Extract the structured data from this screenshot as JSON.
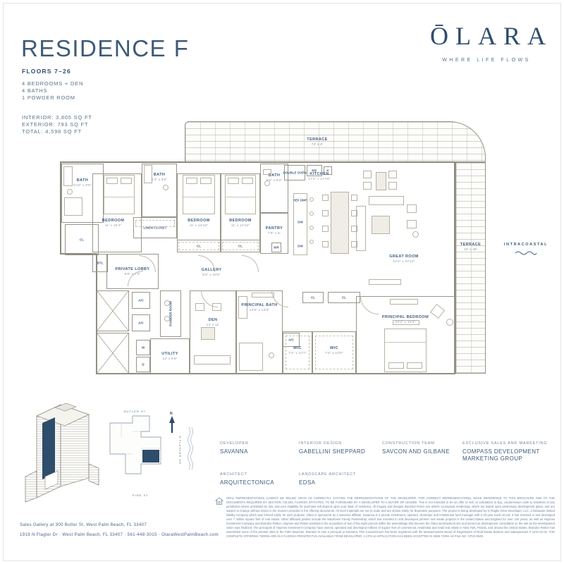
{
  "header": {
    "title": "RESIDENCE F",
    "floors": "FLOORS 7–26",
    "features": [
      "4 BEDROOMS + DEN",
      "4 BATHS",
      "1 POWDER ROOM"
    ],
    "areas": [
      "INTERIOR: 3,805 SQ FT",
      "EXTERIOR: 793 SQ FT",
      "TOTAL: 4,598 SQ FT"
    ]
  },
  "brand": {
    "logo": "ŌLARA",
    "tagline": "WHERE LIFE FLOWS"
  },
  "plan": {
    "intracoastal": "INTRACOASTAL",
    "rooms": {
      "terrace_top": {
        "name": "TERRACE",
        "dims": "73' x 6'"
      },
      "terrace_right": {
        "name": "TERRACE",
        "dims": "10' x 39'"
      },
      "bath1": {
        "name": "BATH",
        "dims": "5'10\" x 9'8\""
      },
      "cl1": {
        "name": "CL"
      },
      "bedroom1": {
        "name": "BEDROOM",
        "dims": "11' x 15'4\""
      },
      "bath2": {
        "name": "BATH",
        "dims": "6'3\" x 9'6\""
      },
      "linen": {
        "name": "LINEN CLOSET"
      },
      "bedroom2": {
        "name": "BEDROOM",
        "dims": "11' x 14'10\""
      },
      "bedroom3": {
        "name": "BEDROOM",
        "dims": "11' x 14'10\""
      },
      "cl2": {
        "name": "CL"
      },
      "cl3": {
        "name": "CL"
      },
      "bath3": {
        "name": "BATH",
        "dims": "5'9\" x 9'3\""
      },
      "pantry": {
        "name": "PANTRY",
        "dims": "7'6\" x 6'"
      },
      "wr": {
        "name": "WR"
      },
      "double_oven": {
        "name": "DOUBLE OVEN"
      },
      "rf": {
        "name": "R/F"
      },
      "p": {
        "name": "P"
      },
      "kitchen": {
        "name": "KITCHEN",
        "dims": "17'2\" x 14'10\""
      },
      "refdwr": {
        "name": "REF DWR"
      },
      "dw1": {
        "name": "DW"
      },
      "dw2": {
        "name": "DW"
      },
      "great_room": {
        "name": "GREAT ROOM",
        "dims": "23'4\" x 33'10\""
      },
      "gallery": {
        "name": "GALLERY",
        "dims": "5'6\" x 40'6\""
      },
      "private_lobby": {
        "name": "PRIVATE LOBBY",
        "dims": "9'8\" x 7'4\""
      },
      "btl": {
        "name": "BTL"
      },
      "ac1": {
        "name": "A/C"
      },
      "ac2": {
        "name": "A/C"
      },
      "ac3": {
        "name": "A/C"
      },
      "w": {
        "name": "W"
      },
      "d": {
        "name": "D"
      },
      "powder": {
        "name": "POWDER ROOM"
      },
      "utility": {
        "name": "UTILITY",
        "dims": "13' x 5'6\""
      },
      "den": {
        "name": "DEN",
        "dims": "14' x 11'"
      },
      "principal_bath": {
        "name": "PRINCIPAL BATH",
        "dims": "13'5\" x 13'5\""
      },
      "cl4": {
        "name": "CL"
      },
      "cl5": {
        "name": "CL"
      },
      "wic1": {
        "name": "WIC",
        "dims": "7'2\" x 10'7\""
      },
      "wic2": {
        "name": "WIC",
        "dims": "7'2\" x 10'9\""
      },
      "principal_bedroom": {
        "name": "PRINCIPAL BEDROOM",
        "dims": "24'2\" x 14'3\""
      }
    }
  },
  "keyplan": {
    "butler": "BUTLER ST",
    "pine": "PINE ST",
    "flagler": "N FLAGLER DR",
    "north": "N"
  },
  "credits": [
    {
      "title": "DEVELOPER",
      "name": "SAVANNA"
    },
    {
      "title": "ARCHITECT",
      "name": "ARQUITECTONICA"
    },
    {
      "title": "INTERIOR DESIGN",
      "name": "GABELLINI SHEPPARD"
    },
    {
      "title": "LANDSCAPE ARCHITECT",
      "name": "EDSA"
    },
    {
      "title": "CONSTRUCTION TEAM",
      "name": "SAVCON AND GILBANE"
    },
    {
      "title": "EXCLUSIVE SALES AND MARKETING",
      "name": "COMPASS DEVELOPMENT MARKETING GROUP"
    }
  ],
  "legal": {
    "text": "ORAL REPRESENTATIONS CANNOT BE RELIED UPON AS CORRECTLY STATING THE REPRESENTATIONS OF THE DEVELOPER. FOR CORRECT REPRESENTATIONS, MAKE REFERENCE TO THIS BROCHURE AND TO THE DOCUMENTS REQUIRED BY SECTION 718.503, FLORIDA STATUTES, TO BE FURNISHED BY A DEVELOPER TO A BUYER OR LESSEE. This is not intended to be an offer to sell, or solicitation to buy, condominium units to residents of any jurisdiction where prohibited by law, and your eligibility for purchase will depend upon your state of residency. All images and designs depicted herein are artist's conceptual renderings, which are based upon preliminary development plans, and are subject to change without notice in the manner provided in the offering documents. All such materials are not to scale and are shown solely for illustrative purposes. The project is being developed by N Flagler Drive Developer, LLC, a Delaware limited liability company which was formed solely for such purpose. Olara is sponsored by a Savanna affiliate. Savanna is a private investment, operator, developer and institutional fund manager with a 30-year track record. It has invested in and developed over 7 million square feet of real estate. Other affiliated parties include the Macklowe Family Partnership, which has invested in and developed premier real estate projects in the United States and England for over 100 years, as well as Haymes Investment Company and Brandon Rinker. Haymes and Rinker assisted in the acquisition of two of the eight parcels within the assemblage that became the Olara development site and served as development consultants on the site as the development vision was finalized. The principals of Haymes Investment Company have owned, operated and developed millions of square feet of commercial, residential and retail real estate in New York, Florida, and around the United States. Brandon Rinker has assembled some of the premier sites in the Palm Beaches. Brandon is now a principal at Savanna. This Condominium has been registered with the Massachusetts Board of Registration of Real Estate Brokers and Salespersons F-1231-01-01. THE COMPLETE OFFERING TERMS ARE IN A FLORIDA PROSPECTUS AVAILABLE FROM DEVELOPER. A CPS-12 APPLICATION HAS BEEN ACCEPTED IN NEW YORK AS FILE NO. CP22-0049."
  },
  "footer": {
    "line1": "Sales Gallery at 300 Butler St, West Palm Beach, FL 33407",
    "line2": "1919 N Flagler Dr   ·   West Palm Beach, FL 33407   ·   561-448-3015   ·   OlaraWestPalmBeach.com"
  }
}
